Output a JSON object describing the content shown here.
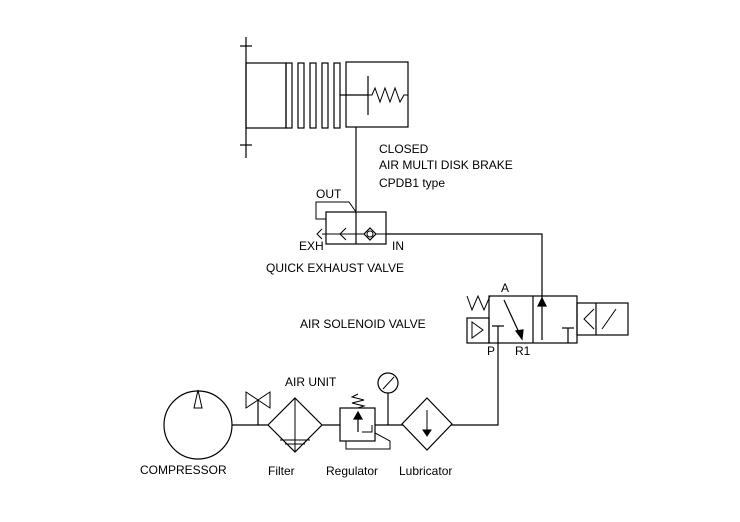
{
  "labels": {
    "brake_status": "CLOSED",
    "brake_name": "AIR MULTI DISK BRAKE",
    "brake_type": "CPDB1 type",
    "qev_out": "OUT",
    "qev_exh": "EXH",
    "qev_in": "IN",
    "qev_name": "QUICK EXHAUST VALVE",
    "solenoid_name": "AIR SOLENOID VALVE",
    "port_a": "A",
    "port_p": "P",
    "port_r1": "R1",
    "air_unit": "AIR UNIT",
    "compressor": "COMPRESSOR",
    "filter": "Filter",
    "regulator": "Regulator",
    "lubricator": "Lubricator"
  }
}
